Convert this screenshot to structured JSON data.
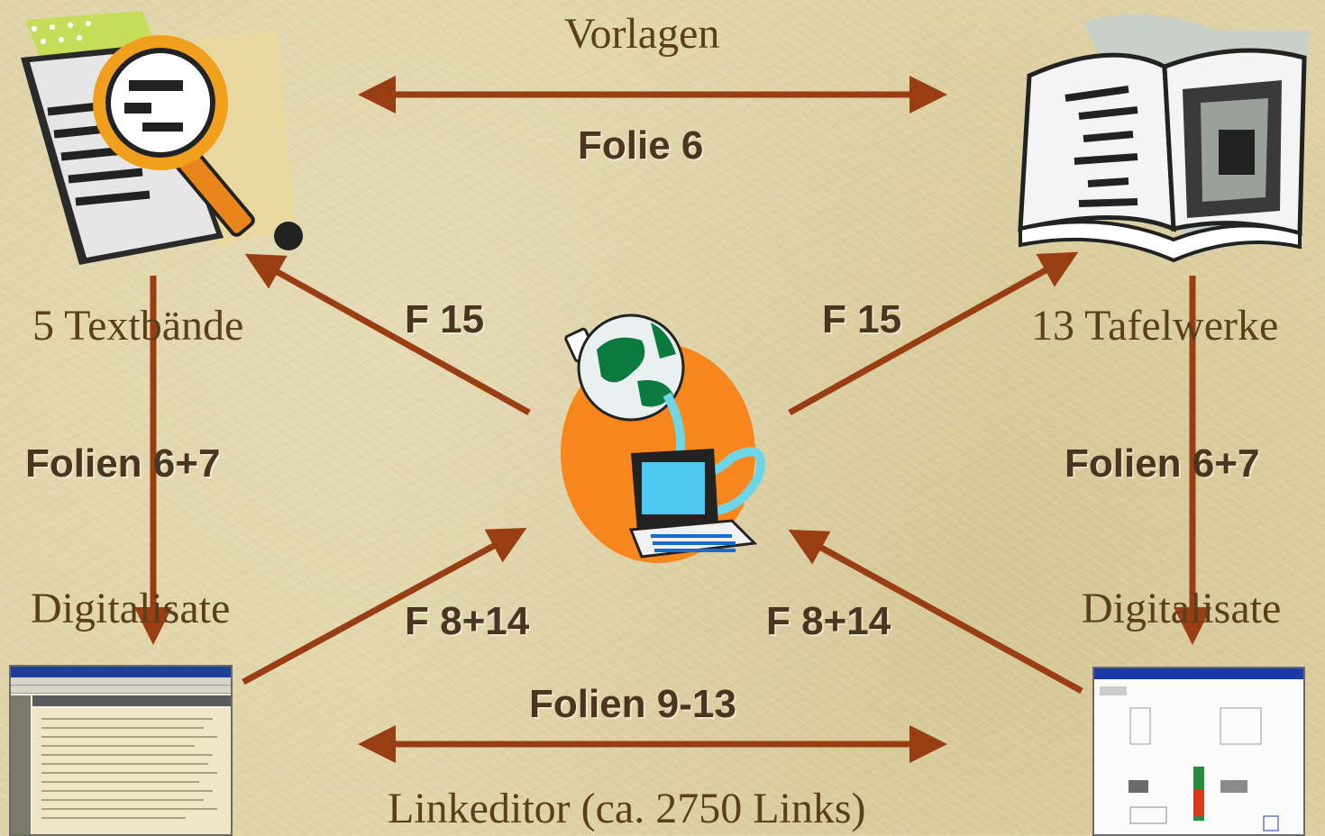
{
  "nodes": {
    "top_center_label": "Vorlagen",
    "top_left_label": "5 Textbände",
    "top_right_label": "13 Tafelwerke",
    "mid_left_label": "Digitalisate",
    "mid_right_label": "Digitalisate",
    "bottom_center_label": "Linkeditor (ca. 2750 Links)"
  },
  "edges": {
    "top_horizontal": "Folie 6",
    "left_vertical": "Folien 6+7",
    "right_vertical": "Folien 6+7",
    "upper_left_diagonal": "F 15",
    "upper_right_diagonal": "F 15",
    "lower_left_diagonal": "F 8+14",
    "lower_right_diagonal": "F 8+14",
    "bottom_horizontal": "Folien 9-13"
  },
  "colors": {
    "background": "#dfd2a4",
    "arrow": "#983e12",
    "text": "#5a3f1c"
  },
  "icons": {
    "top_left": "magnifier-document-icon",
    "top_right": "open-book-icon",
    "center": "globe-computer-icon",
    "bottom_left": "manuscript-screenshot",
    "bottom_right": "web-browser-screenshot"
  }
}
